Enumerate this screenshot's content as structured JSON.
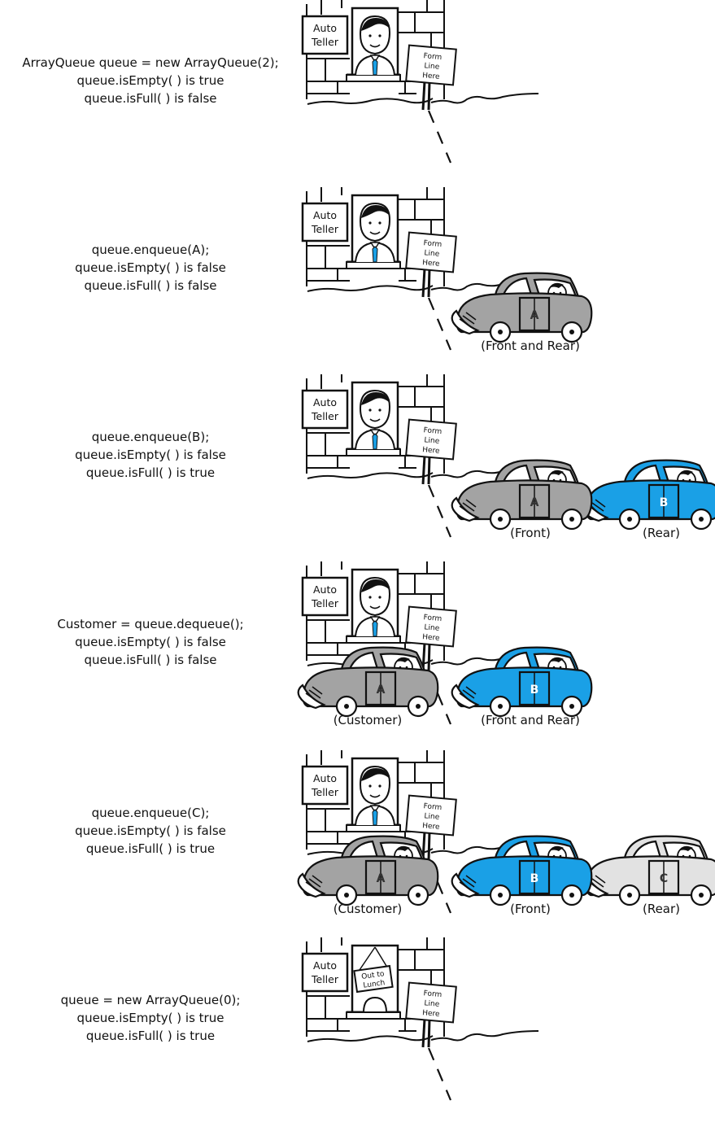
{
  "colors": {
    "car_gray": "#a3a3a3",
    "car_blue": "#1aa0e6",
    "car_light": "#e2e2e2",
    "tie_blue": "#1aa0e6",
    "ink": "#111111"
  },
  "booth": {
    "auto_teller_line1": "Auto",
    "auto_teller_line2": "Teller",
    "form_line_1": "Form",
    "form_line_2": "Line",
    "form_line_3": "Here",
    "out_to_lunch_1": "Out to",
    "out_to_lunch_2": "Lunch"
  },
  "panels": [
    {
      "code": [
        "ArrayQueue queue = new ArrayQueue(2);",
        "queue.isEmpty( ) is true",
        "queue.isFull( ) is false"
      ],
      "teller": "present",
      "cars": [],
      "labels": []
    },
    {
      "code": [
        "queue.enqueue(A);",
        "queue.isEmpty( ) is false",
        "queue.isFull( ) is false"
      ],
      "teller": "present",
      "cars": [
        {
          "letter": "A",
          "color": "gray",
          "slot": "q1"
        }
      ],
      "labels": [
        {
          "text": "(Front and Rear)",
          "slot": "q1"
        }
      ]
    },
    {
      "code": [
        "queue.enqueue(B);",
        "queue.isEmpty( ) is false",
        "queue.isFull( ) is true"
      ],
      "teller": "present",
      "cars": [
        {
          "letter": "A",
          "color": "gray",
          "slot": "q1"
        },
        {
          "letter": "B",
          "color": "blue",
          "slot": "q2"
        }
      ],
      "labels": [
        {
          "text": "(Front)",
          "slot": "q1"
        },
        {
          "text": "(Rear)",
          "slot": "q2"
        }
      ]
    },
    {
      "code": [
        "Customer = queue.dequeue();",
        "queue.isEmpty( ) is false",
        "queue.isFull( ) is false"
      ],
      "teller": "present",
      "cars": [
        {
          "letter": "A",
          "color": "gray",
          "slot": "window"
        },
        {
          "letter": "B",
          "color": "blue",
          "slot": "q1"
        }
      ],
      "labels": [
        {
          "text": "(Customer)",
          "slot": "window"
        },
        {
          "text": "(Front and Rear)",
          "slot": "q1"
        }
      ]
    },
    {
      "code": [
        "queue.enqueue(C);",
        "queue.isEmpty( ) is false",
        "queue.isFull( ) is true"
      ],
      "teller": "present",
      "cars": [
        {
          "letter": "A",
          "color": "gray",
          "slot": "window"
        },
        {
          "letter": "B",
          "color": "blue",
          "slot": "q1"
        },
        {
          "letter": "C",
          "color": "light",
          "slot": "q2"
        }
      ],
      "labels": [
        {
          "text": "(Customer)",
          "slot": "window"
        },
        {
          "text": "(Front)",
          "slot": "q1"
        },
        {
          "text": "(Rear)",
          "slot": "q2"
        }
      ]
    },
    {
      "code": [
        "queue = new ArrayQueue(0);",
        "queue.isEmpty( ) is true",
        "queue.isFull( ) is true"
      ],
      "teller": "out_to_lunch",
      "cars": [],
      "labels": []
    }
  ]
}
